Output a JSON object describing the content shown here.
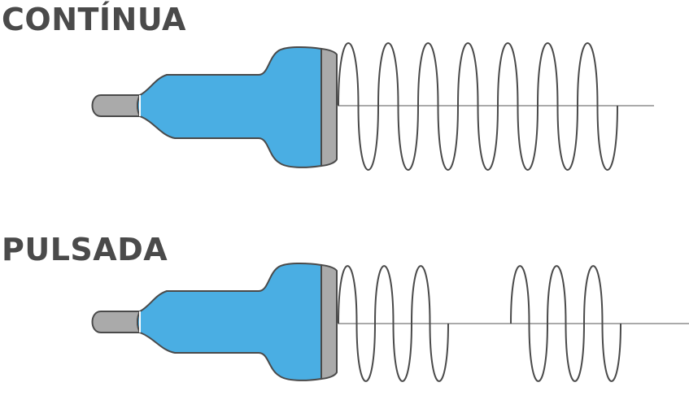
{
  "sections": [
    {
      "id": "continuous",
      "title": "CONTÍNUA",
      "waveform": "continuous"
    },
    {
      "id": "pulsed",
      "title": "PULSADA",
      "waveform": "pulsed"
    }
  ],
  "colors": {
    "title_text": "#4a4a4a",
    "probe_body": "#4aaee3",
    "probe_face": "#aaaaaa",
    "probe_tip": "#aaaaaa",
    "outline": "#4a4a4a",
    "wave_line": "#4a4a4a",
    "baseline": "#777777"
  },
  "icons": {
    "probe": "ultrasound-transducer-icon",
    "wave": "sine-wave-icon"
  }
}
